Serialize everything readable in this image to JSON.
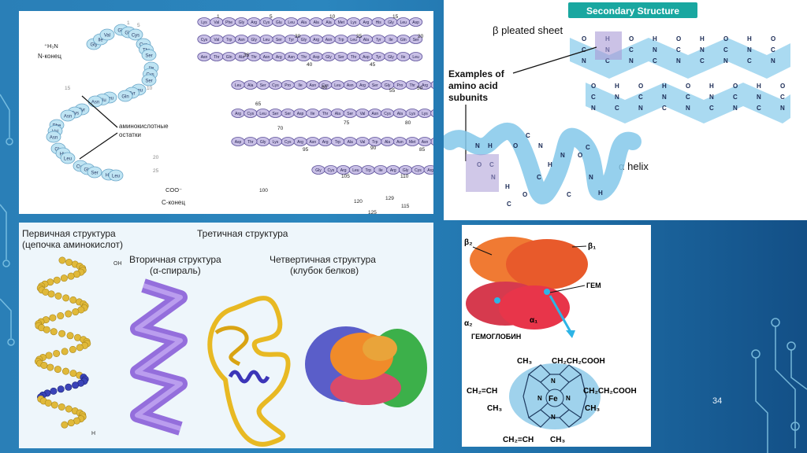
{
  "slide": {
    "number": "34"
  },
  "primary_chain": {
    "n_terminus": "⁺H₃N",
    "n_label": "N-конец",
    "c_terminus": "COO⁻",
    "c_label": "C-конец",
    "residues_label_line1": "аминокислотные",
    "residues_label_line2": "остатки",
    "markers": [
      "1",
      "5",
      "10",
      "15",
      "20",
      "25"
    ],
    "residues": [
      "Gly",
      "Ile",
      "Val",
      "Glu",
      "Gln",
      "Cys",
      "Cys",
      "Thr",
      "Ser",
      "Ile",
      "Cys",
      "Ser",
      "Leu",
      "Tyr",
      "Gln",
      "Leu",
      "Glu",
      "Asn",
      "Tyr",
      "Cys",
      "Asn",
      "Phe",
      "Val",
      "Asn",
      "Gln",
      "His",
      "Leu",
      "Cys",
      "Gly",
      "Ser",
      "His",
      "Leu"
    ]
  },
  "long_chain": {
    "markers": [
      "1",
      "5",
      "10",
      "15",
      "20",
      "25",
      "30",
      "35",
      "40",
      "45",
      "50",
      "55",
      "60",
      "65",
      "70",
      "75",
      "80",
      "85",
      "90",
      "95",
      "100",
      "105",
      "110",
      "115",
      "120",
      "125",
      "129"
    ],
    "rows": [
      [
        "Lys",
        "Val",
        "Phe",
        "Gly",
        "Arg",
        "Cys",
        "Glu",
        "Leu",
        "Ala",
        "Ala",
        "Ala",
        "Met",
        "Lys",
        "Arg",
        "His",
        "Gly",
        "Leu",
        "Asp"
      ],
      [
        "Ser",
        "Gln",
        "Ile",
        "Tyr",
        "Ala",
        "Leu",
        "Trp",
        "Asn",
        "Arg",
        "Gly",
        "Tyr",
        "Ser",
        "Leu",
        "Gly",
        "Asn",
        "Trp",
        "Val",
        "Cys"
      ],
      [
        "Asn",
        "Thr",
        "Gln",
        "Ala",
        "Thr",
        "Asn",
        "Arg",
        "Asn",
        "Thr",
        "Asp",
        "Gly",
        "Ser",
        "Thr",
        "Asp",
        "Tyr",
        "Gly",
        "Ile",
        "Leu"
      ],
      [
        "Gly",
        "Arg",
        "Thr",
        "Pro",
        "Gly",
        "Ser",
        "Arg",
        "Asn",
        "Leu",
        "Cys",
        "Asn",
        "Ile",
        "Pro",
        "Cys",
        "Ser",
        "Ala",
        "Leu"
      ],
      [
        "Arg",
        "Cys",
        "Leu",
        "Ser",
        "Ser",
        "Asp",
        "Ile",
        "Thr",
        "Ala",
        "Ser",
        "Val",
        "Asn",
        "Cys",
        "Ala",
        "Lys",
        "Lys",
        "Ile"
      ],
      [
        "Gly",
        "Asn",
        "Met",
        "Asn",
        "Ala",
        "Trp",
        "Val",
        "Ala",
        "Trp",
        "Arg",
        "Asn",
        "Arg",
        "Cys",
        "Lys",
        "Gly",
        "Thr",
        "Asp"
      ],
      [
        "Gly",
        "Cys",
        "Arg",
        "Leu",
        "Trp",
        "Ile",
        "Arg",
        "Gly",
        "Cys",
        "Arg",
        "Leu"
      ]
    ]
  },
  "secondary": {
    "header": "Secondary Structure",
    "beta_label": "β pleated sheet",
    "alpha_label": "α helix",
    "examples_line1": "Examples of",
    "examples_line2": "amino acid",
    "examples_line3": "subunits"
  },
  "levels": {
    "primary_line1": "Первичная структура",
    "primary_line2": "(цепочка аминокислот)",
    "secondary_line1": "Вторичная структура",
    "secondary_line2": "(α-спираль)",
    "tertiary": "Третичная структура",
    "quaternary_line1": "Четвертичная структура",
    "quaternary_line2": "(клубок белков)",
    "oh_label": "OH",
    "h_label": "H"
  },
  "hemoglobin": {
    "beta2": "β₂",
    "beta1": "β₁",
    "alpha2": "α₂",
    "alpha1": "α₁",
    "heme": "ГЕМ",
    "name": "ГЕМОГЛОБИН",
    "ch3_top": "CH₃",
    "ch2ch2cooh_top": "CH₂CH₂COOH",
    "ch2ch_left": "CH₂=CH",
    "ch2ch2cooh_right": "CH₂CH₂COOH",
    "ch3_left": "CH₃",
    "ch3_right": "CH₃",
    "fe": "Fe",
    "ch2ch_bottom": "CH₂=CH",
    "ch3_bottom": "CH₃",
    "n": "N"
  },
  "colors": {
    "background": "#2b86be",
    "residue_fill": "#c9c0e6",
    "residue_stroke": "#5b4f99",
    "bead_light": "#bfe4f3",
    "bead_dark": "#7566b4",
    "header_bar": "#19a7a0"
  }
}
